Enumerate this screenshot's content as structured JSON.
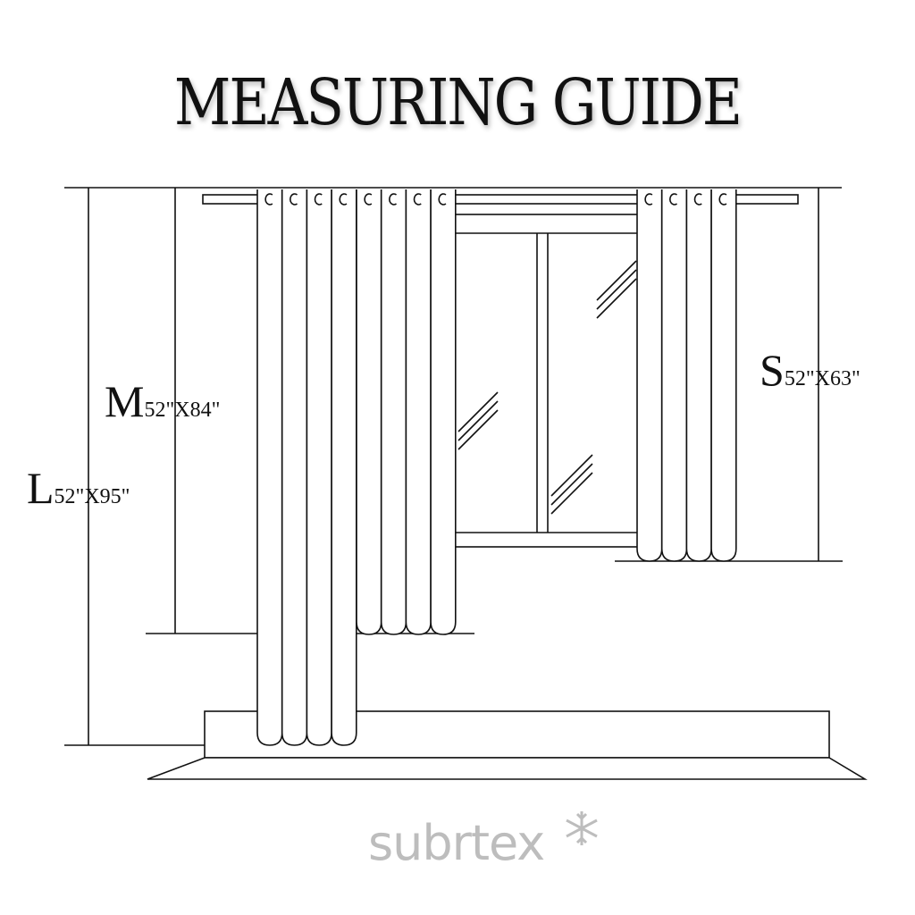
{
  "title": "MEASURING GUIDE",
  "sizes": [
    {
      "letter": "L",
      "dims": "52\"X95\""
    },
    {
      "letter": "M",
      "dims": "52\"X84\""
    },
    {
      "letter": "S",
      "dims": "52\"X63\""
    }
  ],
  "brand": {
    "name": "subrtex",
    "logo_icon": "snowflake-icon",
    "color": "#bdbdbd"
  },
  "line_color": "#111111"
}
